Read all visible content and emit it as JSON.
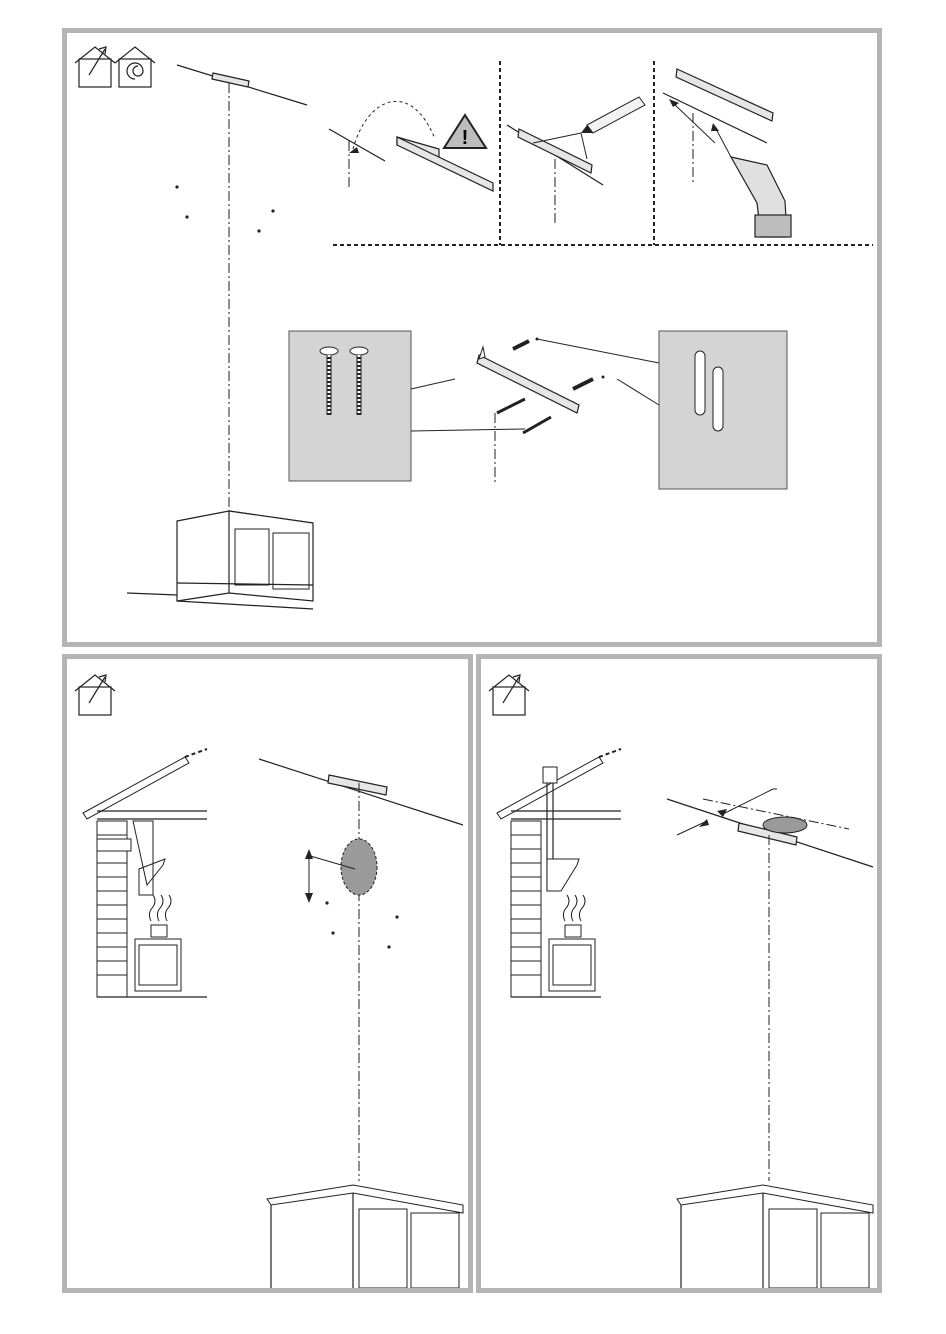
{
  "figure": {
    "panels": [
      {
        "id": "top",
        "symbols": [
          "duct-out-icon",
          "recirculation-icon"
        ]
      },
      {
        "id": "bottom-left",
        "symbols": [
          "duct-out-icon"
        ]
      },
      {
        "id": "bottom-right",
        "symbols": [
          "duct-out-icon"
        ]
      }
    ],
    "warning_mark": "!",
    "colors": {
      "frame": "#b4b4b4",
      "detail_box": "#d4d4d4",
      "line": "#222222",
      "hole": "#9a9a9a"
    }
  }
}
